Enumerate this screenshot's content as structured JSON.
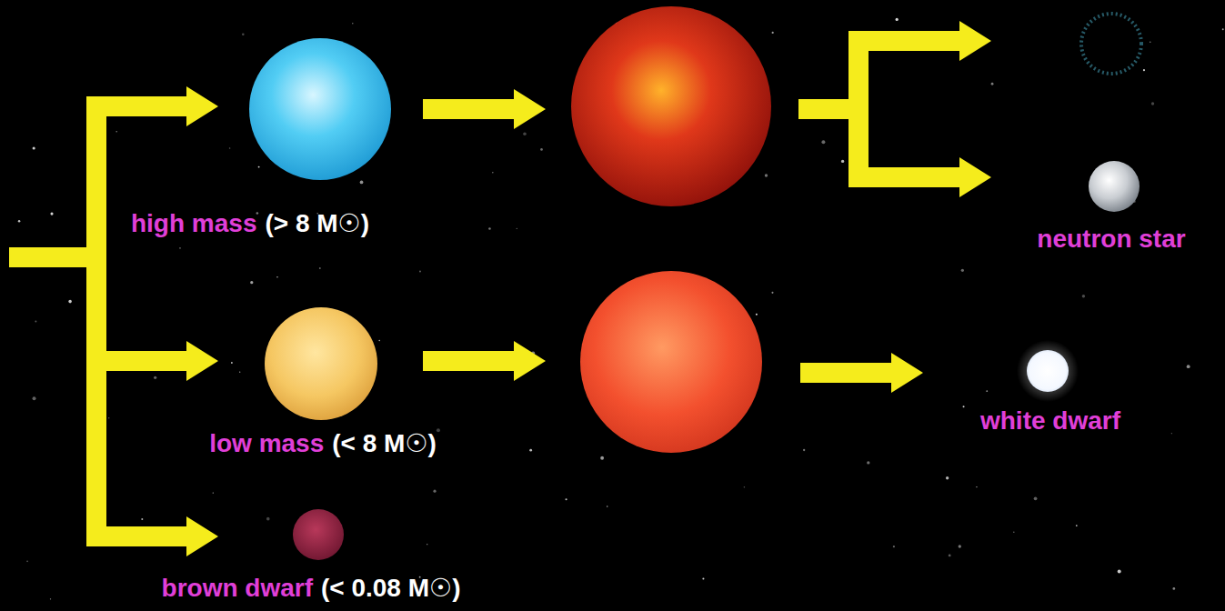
{
  "diagram": {
    "nodes": [
      {
        "text": [
          "high mass",
          "(> 8 M☉)"
        ]
      },
      {
        "text": [
          "neutron star"
        ]
      },
      {
        "text": [
          "low mass",
          "(< 8 M☉)"
        ]
      },
      {
        "text": [
          "white dwarf"
        ]
      },
      {
        "text": [
          "brown dwarf",
          "(< 0.08 M☉)"
        ]
      }
    ]
  }
}
